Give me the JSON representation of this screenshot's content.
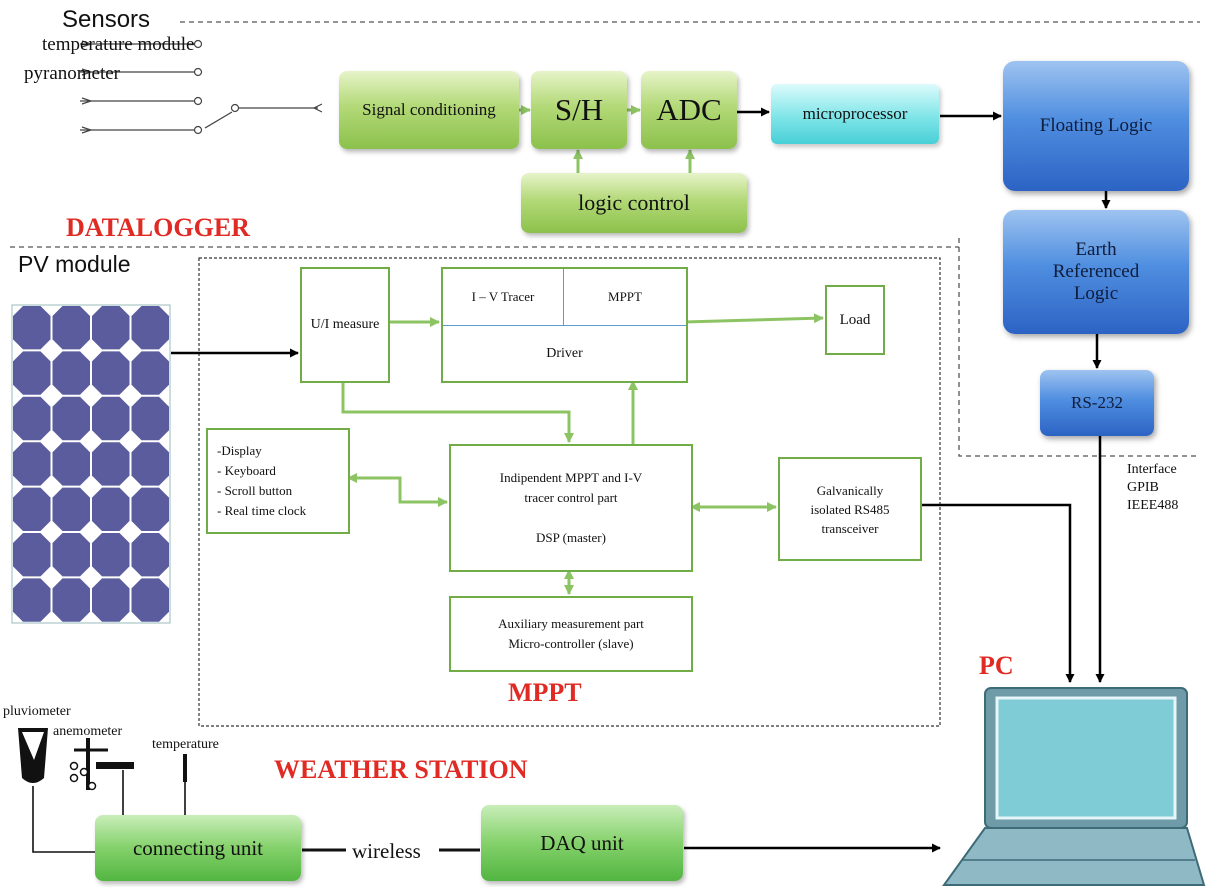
{
  "sensors": {
    "title": "Sensors",
    "items": [
      "temperature module",
      "pyranometer"
    ]
  },
  "datalogger": {
    "title": "DATALOGGER",
    "signal_conditioning": "Signal conditioning",
    "sample_hold": "S/H",
    "adc": "ADC",
    "logic_control": "logic control",
    "microprocessor": "microprocessor",
    "floating_logic": "Floating Logic",
    "earth_referenced_logic": "Earth Referenced Logic",
    "rs232": "RS-232",
    "interface_lines": [
      "Interface",
      "GPIB",
      "IEEE488"
    ]
  },
  "pv_module": {
    "label": "PV module"
  },
  "mppt": {
    "title": "MPPT",
    "ui_measure": "U/I measure",
    "iv_tracer": "I – V Tracer",
    "mppt_cell": "MPPT",
    "driver": "Driver",
    "load": "Load",
    "peripherals": [
      "-Display",
      "- Keyboard",
      "- Scroll button",
      "- Real time clock"
    ],
    "control_lines": [
      "Indipendent MPPT and I-V",
      "tracer control part",
      "",
      "DSP (master)"
    ],
    "rs485_lines": [
      "Galvanically",
      "isolated RS485",
      "transceiver"
    ],
    "aux_lines": [
      "Auxiliary measurement part",
      "Micro-controller (slave)"
    ]
  },
  "pc": {
    "label": "PC"
  },
  "weather_station": {
    "title": "WEATHER STATION",
    "pluviometer": "pluviometer",
    "anemometer": "anemometer",
    "temperature": "temperature",
    "connecting_unit": "connecting unit",
    "wireless": "wireless",
    "daq_unit": "DAQ unit"
  },
  "colors": {
    "section_title": "#e02a24",
    "green_border": "#70ad47",
    "green_arrow": "#8dc463",
    "blue_box": "#2c63c4",
    "cyan_box": "#48cfd6",
    "pv_cell": "#5b5c9e",
    "pc_screen": "#7fcbd6"
  }
}
